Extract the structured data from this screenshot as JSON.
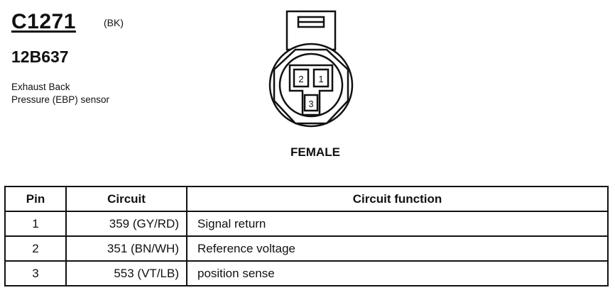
{
  "connector": {
    "id": "C1271",
    "color_code": "(BK)",
    "part_number": "12B637",
    "description_lines": [
      "Exhaust Back",
      "Pressure (EBP) sensor"
    ],
    "type": "FEMALE",
    "cavity_labels": [
      "1",
      "2",
      "3"
    ]
  },
  "pin_table": {
    "headers": {
      "pin": "Pin",
      "circuit": "Circuit",
      "function": "Circuit function"
    },
    "rows": [
      {
        "pin": "1",
        "circuit": "359 (GY/RD)",
        "function": "Signal return"
      },
      {
        "pin": "2",
        "circuit": "351 (BN/WH)",
        "function": "Reference voltage"
      },
      {
        "pin": "3",
        "circuit": "553 (VT/LB)",
        "function": "position sense"
      }
    ]
  }
}
